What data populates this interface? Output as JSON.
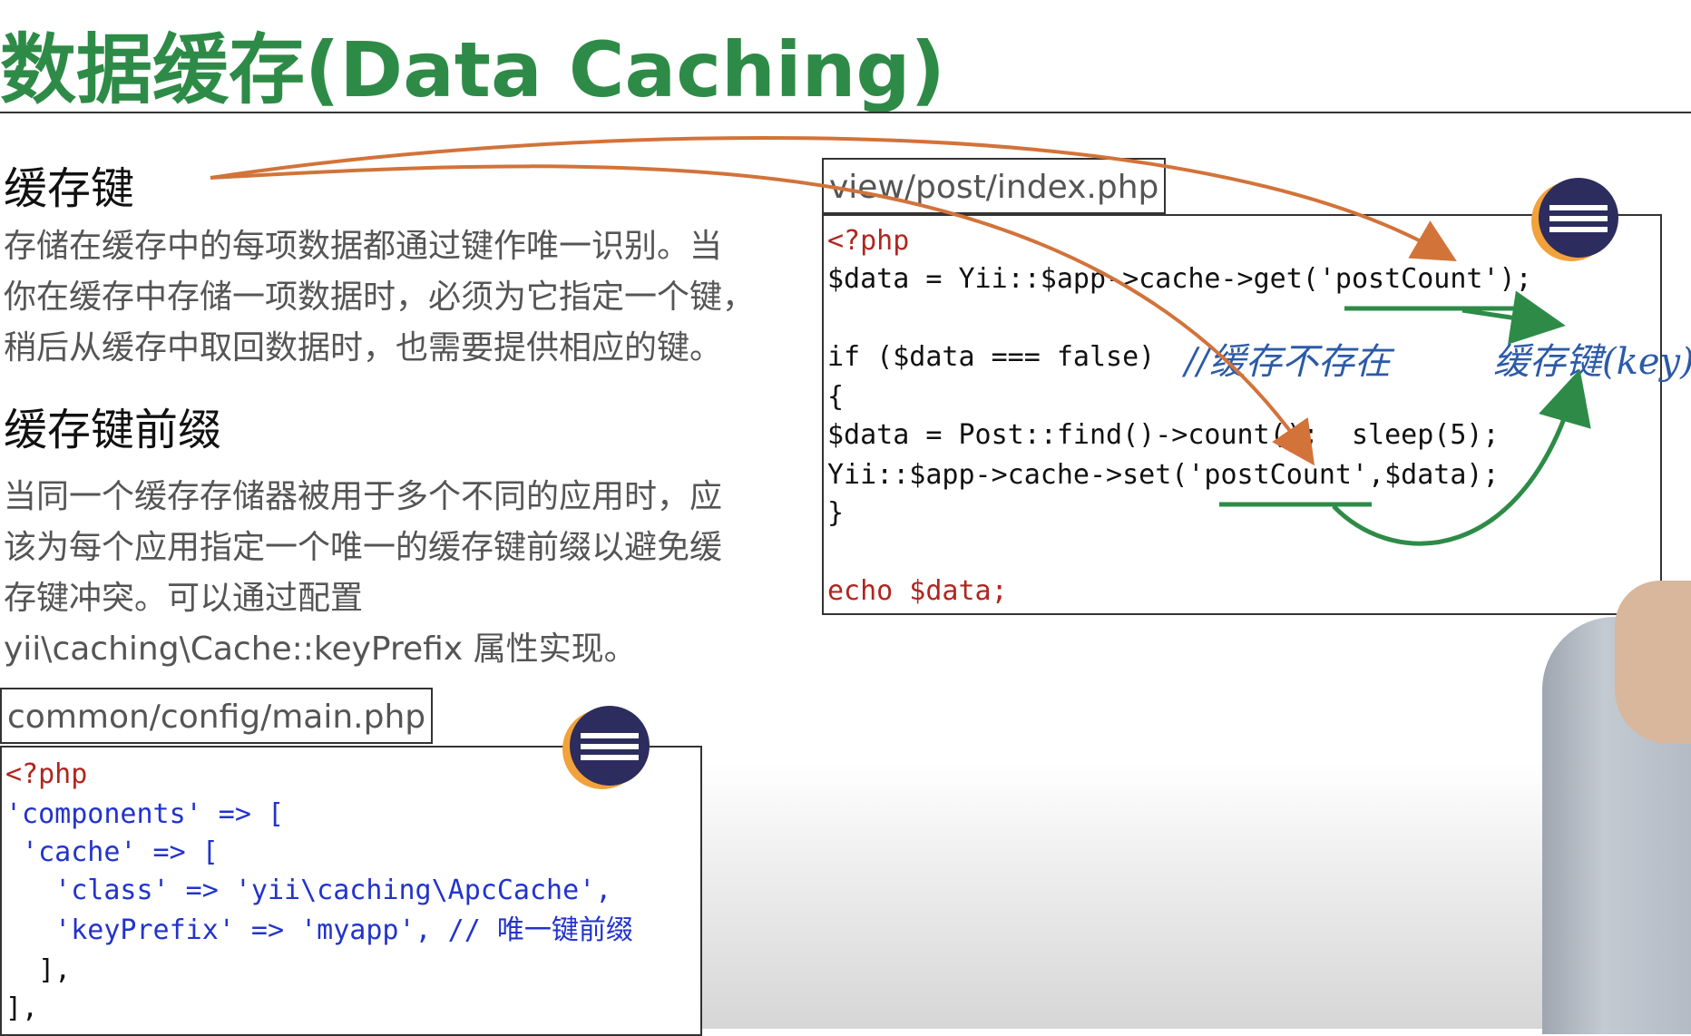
{
  "slide": {
    "title": "数据缓存(Data Caching)",
    "section1": {
      "heading": "缓存键",
      "lines": [
        "存储在缓存中的每项数据都通过键作唯一识别。当",
        "你在缓存中存储一项数据时，必须为它指定一个键，",
        "稍后从缓存中取回数据时，也需要提供相应的键。"
      ]
    },
    "section2": {
      "heading": "缓存键前缀",
      "lines": [
        "当同一个缓存存储器被用于多个不同的应用时，应",
        "该为每个应用指定一个唯一的缓存键前缀以避免缓",
        "存键冲突。可以通过配置",
        "yii\\caching\\Cache::keyPrefix 属性实现。"
      ]
    }
  },
  "config_file": {
    "tab": "common/config/main.php",
    "lines": [
      "<?php",
      "'components' => [",
      " 'cache' => [",
      "   'class' => 'yii\\caching\\ApcCache',",
      "   'keyPrefix' => 'myapp', // 唯一键前缀",
      "  ],",
      "],"
    ]
  },
  "view_file": {
    "tab": "view/post/index.php",
    "lines": [
      "<?php",
      "$data = Yii::$app->cache->get('postCount');",
      "",
      "if ($data === false)",
      "{",
      "$data = Post::find()->count();  sleep(5);",
      "Yii::$app->cache->set('postCount',$data);",
      "}",
      "",
      "echo $data;"
    ]
  },
  "annotations": {
    "cache_miss": "//缓存不存在",
    "cache_key": "缓存键(key)"
  },
  "colors": {
    "title": "#2e8b47",
    "arrow_orange": "#d2733a",
    "arrow_green": "#2e8b47",
    "handwriting": "#2b5aa8"
  }
}
